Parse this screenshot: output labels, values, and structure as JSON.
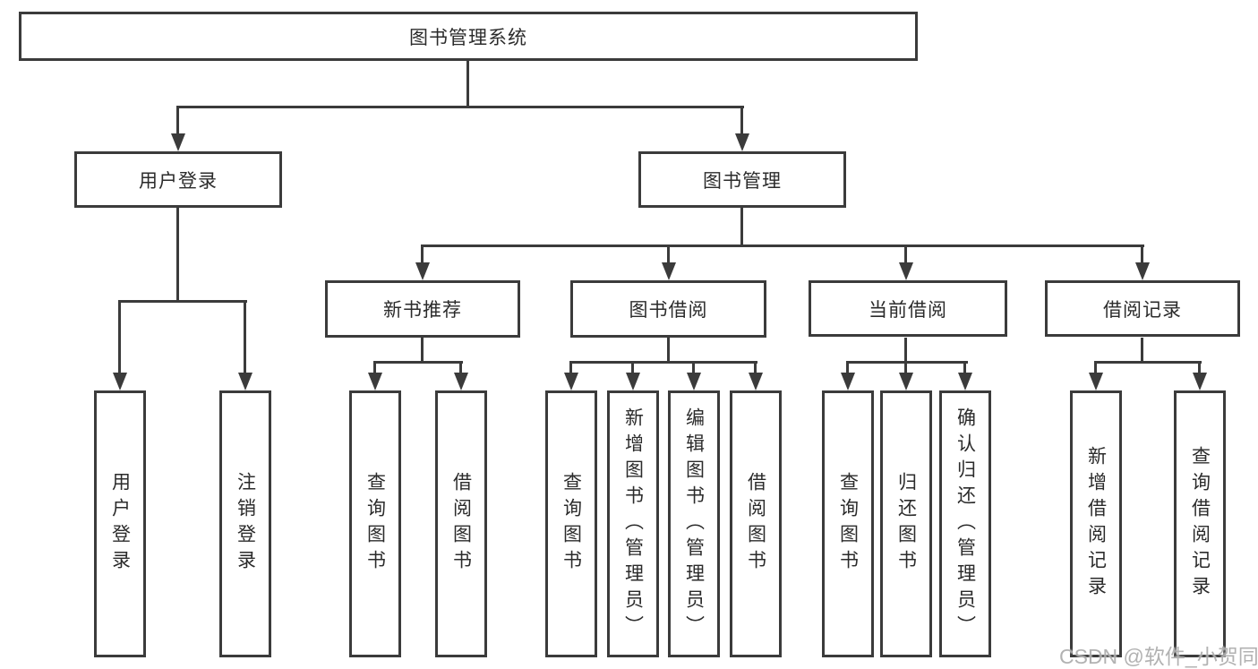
{
  "diagram": {
    "title": "图书管理系统",
    "nodes": {
      "root": {
        "label": "图书管理系统"
      },
      "user_login": {
        "label": "用户登录"
      },
      "book_mgmt": {
        "label": "图书管理"
      },
      "new_book_rec": {
        "label": "新书推荐"
      },
      "book_borrow": {
        "label": "图书借阅"
      },
      "current_borrow": {
        "label": "当前借阅"
      },
      "borrow_records": {
        "label": "借阅记录"
      },
      "user_login_children": [
        {
          "label": "用户登录"
        },
        {
          "label": "注销登录"
        }
      ],
      "new_book_rec_children": [
        {
          "label": "查询图书"
        },
        {
          "label": "借阅图书"
        }
      ],
      "book_borrow_children": [
        {
          "label": "查询图书"
        },
        {
          "label": "新增图书（管理员）"
        },
        {
          "label": "编辑图书（管理员）"
        },
        {
          "label": "借阅图书"
        }
      ],
      "current_borrow_children": [
        {
          "label": "查询图书"
        },
        {
          "label": "归还图书"
        },
        {
          "label": "确认归还（管理员）"
        }
      ],
      "borrow_records_children": [
        {
          "label": "新增借阅记录"
        },
        {
          "label": "查询借阅记录"
        }
      ]
    },
    "hierarchy": [
      [
        "图书管理系统",
        "用户登录"
      ],
      [
        "图书管理系统",
        "图书管理"
      ],
      [
        "用户登录",
        "用户登录"
      ],
      [
        "用户登录",
        "注销登录"
      ],
      [
        "图书管理",
        "新书推荐"
      ],
      [
        "图书管理",
        "图书借阅"
      ],
      [
        "图书管理",
        "当前借阅"
      ],
      [
        "图书管理",
        "借阅记录"
      ],
      [
        "新书推荐",
        "查询图书"
      ],
      [
        "新书推荐",
        "借阅图书"
      ],
      [
        "图书借阅",
        "查询图书"
      ],
      [
        "图书借阅",
        "新增图书（管理员）"
      ],
      [
        "图书借阅",
        "编辑图书（管理员）"
      ],
      [
        "图书借阅",
        "借阅图书"
      ],
      [
        "当前借阅",
        "查询图书"
      ],
      [
        "当前借阅",
        "归还图书"
      ],
      [
        "当前借阅",
        "确认归还（管理员）"
      ],
      [
        "借阅记录",
        "新增借阅记录"
      ],
      [
        "借阅记录",
        "查询借阅记录"
      ]
    ],
    "colors": {
      "line": "#3b3b3b",
      "text": "#2b2b2b",
      "background": "#ffffff",
      "watermark": "#a5a5a5"
    }
  },
  "watermark": {
    "text": "CSDN @软件_小贺同学"
  }
}
